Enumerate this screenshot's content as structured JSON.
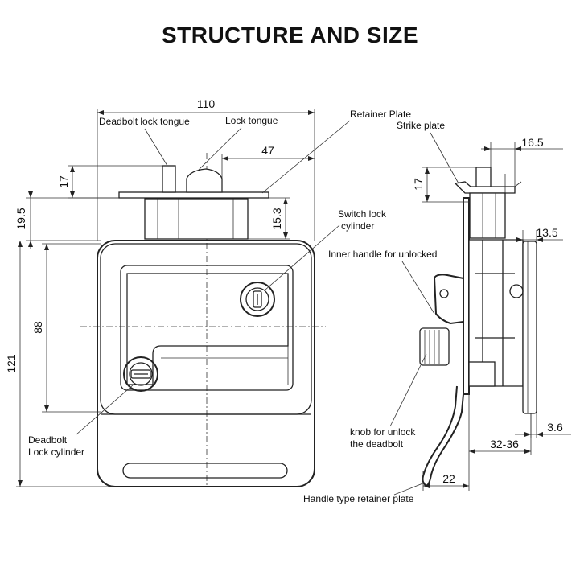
{
  "title": "STRUCTURE AND SIZE",
  "dimensions": {
    "width_total": "110",
    "tongue_offset": "47",
    "tongue_height_left": "17",
    "upper_gap": "19.5",
    "plate_depth": "15.3",
    "body_height": "88",
    "total_height": "121",
    "strike_width": "16.5",
    "tongue_height_right": "17",
    "flange": "13.5",
    "plate_thickness": "3.6",
    "door_thickness": "32-36",
    "handle_depth": "22"
  },
  "labels": {
    "deadbolt_tongue": "Deadbolt lock tongue",
    "lock_tongue": "Lock tongue",
    "retainer_plate": "Retainer Plate",
    "strike_plate": "Strike plate",
    "switch_cylinder_1": "Switch lock",
    "switch_cylinder_2": "cylinder",
    "inner_handle": "Inner handle for unlocked",
    "knob_1": "knob for unlock",
    "knob_2": "the deadbolt",
    "deadbolt_cylinder_1": "Deadbolt",
    "deadbolt_cylinder_2": "Lock cylinder",
    "handle_retainer": "Handle type retainer plate"
  }
}
